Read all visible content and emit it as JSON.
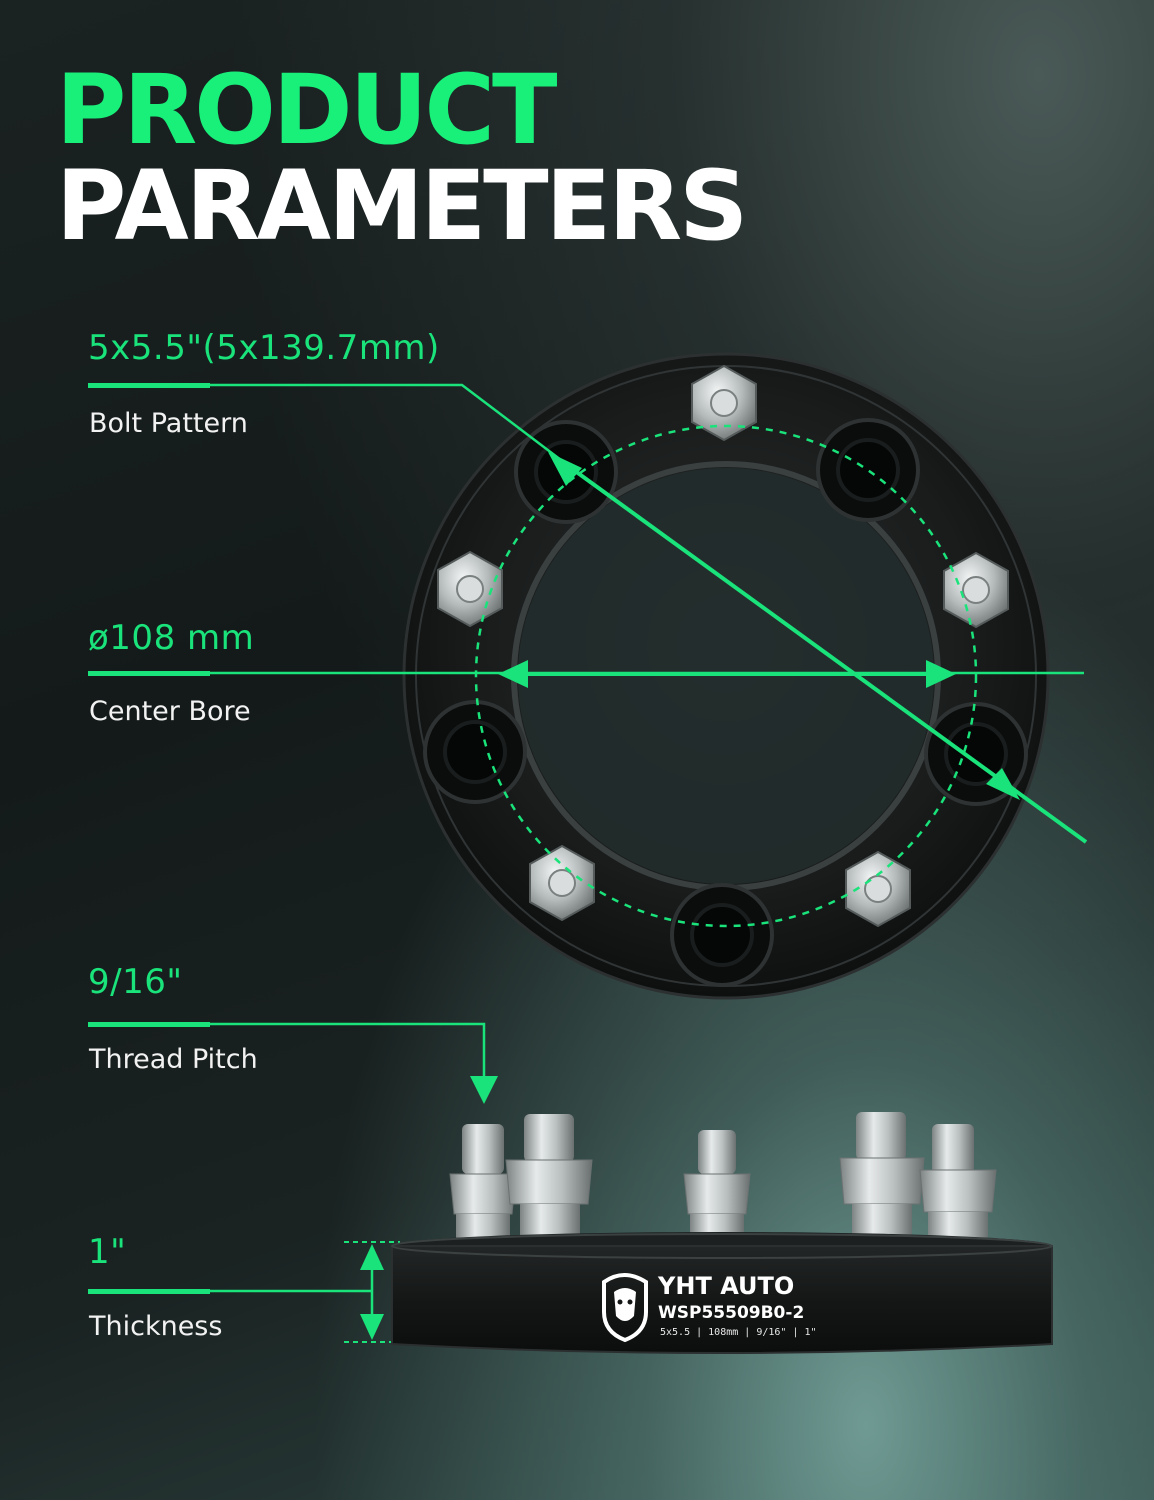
{
  "heading": {
    "line1": "PRODUCT",
    "line2": "PARAMETERS"
  },
  "specs": [
    {
      "value": "5x5.5\"(5x139.7mm)",
      "label": "Bolt Pattern"
    },
    {
      "value": "ø108 mm",
      "label": "Center Bore"
    },
    {
      "value": "9/16\"",
      "label": "Thread Pitch"
    },
    {
      "value": "1\"",
      "label": "Thickness"
    }
  ],
  "product_label": {
    "brand": "YHT AUTO",
    "model": "WSP55509B0-2",
    "specs_line": "5x5.5 | 108mm | 9/16\" | 1\""
  },
  "colors": {
    "accent": "#19e37a",
    "title_green": "#19f07a",
    "spacer_black": "#141616"
  },
  "icons": {
    "logo": "lion-head-shield-icon"
  }
}
